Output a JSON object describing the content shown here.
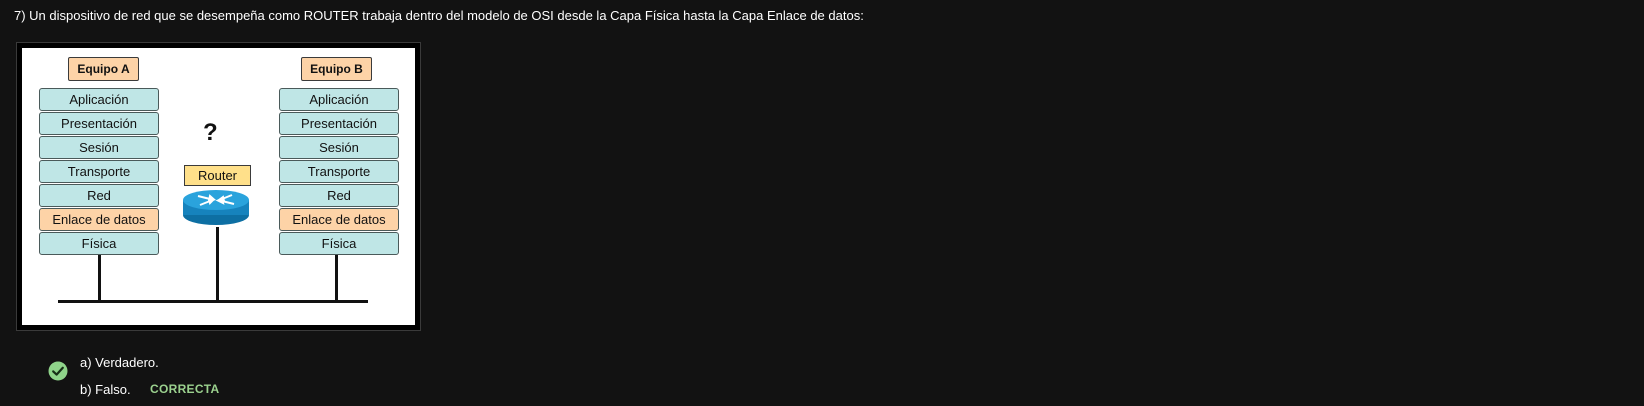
{
  "question": {
    "text": "7) Un dispositivo de red que se desempeña como ROUTER trabaja dentro del modelo de OSI desde la Capa Física hasta la Capa Enlace de datos:"
  },
  "figure": {
    "equipo_a": "Equipo A",
    "equipo_b": "Equipo B",
    "layers_a": [
      "Aplicación",
      "Presentación",
      "Sesión",
      "Transporte",
      "Red",
      "Enlace de datos",
      "Física"
    ],
    "layers_b": [
      "Aplicación",
      "Presentación",
      "Sesión",
      "Transporte",
      "Red",
      "Enlace de datos",
      "Física"
    ],
    "question_mark": "?",
    "router_label": "Router",
    "colors": {
      "layer_fill": "#bfe6e6",
      "highlight_fill": "#fdd3a7",
      "router_label_fill": "#ffe08a",
      "router_icon": "#1f8fc4"
    }
  },
  "options": [
    {
      "label": "a) Verdadero.",
      "selected": false
    },
    {
      "label": "b) Falso.",
      "selected": true
    }
  ],
  "feedback": {
    "status": "CORRECTA",
    "icon": "check-circle-icon",
    "color": "#9bd18e"
  }
}
